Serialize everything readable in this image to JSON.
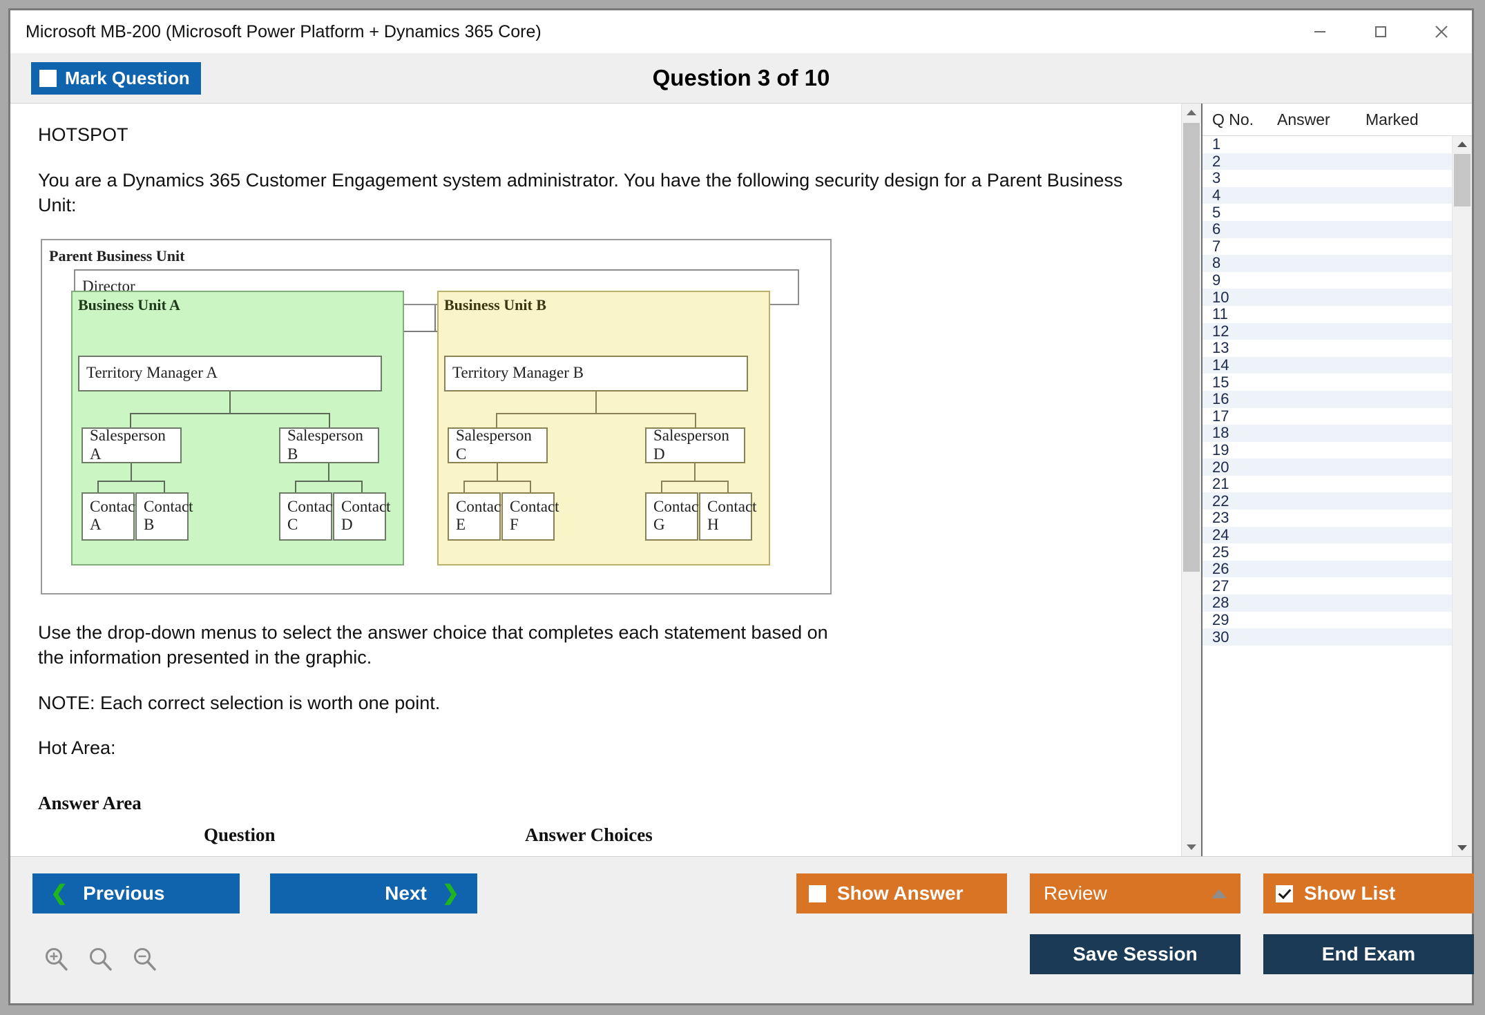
{
  "window": {
    "title": "Microsoft MB-200 (Microsoft Power Platform + Dynamics 365 Core)",
    "controls": {
      "minimize": "minimize-icon",
      "maximize": "maximize-icon",
      "close": "close-icon"
    }
  },
  "header": {
    "mark_question_label": "Mark Question",
    "mark_question_checked": false,
    "question_title": "Question 3 of 10"
  },
  "content": {
    "hotspot_label": "HOTSPOT",
    "intro": "You are a Dynamics 365 Customer Engagement system administrator. You have the following security design for a Parent Business Unit:",
    "instruction": "Use the drop-down menus to select the answer choice that completes each statement based on the information presented in the graphic.",
    "note": "NOTE: Each correct selection is worth one point.",
    "hot_area_label": "Hot Area:",
    "answer_area_label": "Answer Area",
    "col_question": "Question",
    "col_answer_choices": "Answer Choices"
  },
  "diagram": {
    "parent_label": "Parent Business Unit",
    "director": "Director",
    "units": [
      {
        "label": "Business Unit A",
        "fill": "#ccf5c4",
        "manager": "Territory Manager A",
        "salespeople": [
          {
            "name": "Salesperson A",
            "contacts": [
              "Contact A",
              "Contact B"
            ]
          },
          {
            "name": "Salesperson B",
            "contacts": [
              "Contact C",
              "Contact D"
            ]
          }
        ]
      },
      {
        "label": "Business Unit B",
        "fill": "#faf5c8",
        "manager": "Territory Manager  B",
        "salespeople": [
          {
            "name": "Salesperson  C",
            "contacts": [
              "Contact E",
              "Contact F"
            ]
          },
          {
            "name": "Salesperson  D",
            "contacts": [
              "Contact G",
              "Contact H"
            ]
          }
        ]
      }
    ],
    "contact_labels": {
      "a_word": "Contact",
      "a_letter": "A",
      "b_word": "Contact",
      "b_letter": "B",
      "c_word": "Contact",
      "c_letter": "C",
      "d_word": "Contact",
      "d_letter": "D",
      "e_word": "Contact",
      "e_letter": "E",
      "f_word": "Contact",
      "f_letter": "F",
      "g_word": "Contact",
      "g_letter": "G",
      "h_word": "Contact",
      "h_letter": "H"
    }
  },
  "question_list": {
    "headers": [
      "Q No.",
      "Answer",
      "Marked"
    ],
    "rows": [
      {
        "no": "1",
        "answer": "",
        "marked": ""
      },
      {
        "no": "2",
        "answer": "",
        "marked": ""
      },
      {
        "no": "3",
        "answer": "",
        "marked": ""
      },
      {
        "no": "4",
        "answer": "",
        "marked": ""
      },
      {
        "no": "5",
        "answer": "",
        "marked": ""
      },
      {
        "no": "6",
        "answer": "",
        "marked": ""
      },
      {
        "no": "7",
        "answer": "",
        "marked": ""
      },
      {
        "no": "8",
        "answer": "",
        "marked": ""
      },
      {
        "no": "9",
        "answer": "",
        "marked": ""
      },
      {
        "no": "10",
        "answer": "",
        "marked": ""
      },
      {
        "no": "11",
        "answer": "",
        "marked": ""
      },
      {
        "no": "12",
        "answer": "",
        "marked": ""
      },
      {
        "no": "13",
        "answer": "",
        "marked": ""
      },
      {
        "no": "14",
        "answer": "",
        "marked": ""
      },
      {
        "no": "15",
        "answer": "",
        "marked": ""
      },
      {
        "no": "16",
        "answer": "",
        "marked": ""
      },
      {
        "no": "17",
        "answer": "",
        "marked": ""
      },
      {
        "no": "18",
        "answer": "",
        "marked": ""
      },
      {
        "no": "19",
        "answer": "",
        "marked": ""
      },
      {
        "no": "20",
        "answer": "",
        "marked": ""
      },
      {
        "no": "21",
        "answer": "",
        "marked": ""
      },
      {
        "no": "22",
        "answer": "",
        "marked": ""
      },
      {
        "no": "23",
        "answer": "",
        "marked": ""
      },
      {
        "no": "24",
        "answer": "",
        "marked": ""
      },
      {
        "no": "25",
        "answer": "",
        "marked": ""
      },
      {
        "no": "26",
        "answer": "",
        "marked": ""
      },
      {
        "no": "27",
        "answer": "",
        "marked": ""
      },
      {
        "no": "28",
        "answer": "",
        "marked": ""
      },
      {
        "no": "29",
        "answer": "",
        "marked": ""
      },
      {
        "no": "30",
        "answer": "",
        "marked": ""
      }
    ]
  },
  "footer": {
    "previous_label": "Previous",
    "next_label": "Next",
    "show_answer_label": "Show Answer",
    "show_answer_checked": false,
    "review_label": "Review",
    "show_list_label": "Show List",
    "show_list_checked": true,
    "save_session_label": "Save Session",
    "end_exam_label": "End Exam",
    "zoom_icons": [
      "zoom-in-icon",
      "zoom-reset-icon",
      "zoom-out-icon"
    ]
  },
  "colors": {
    "primary_blue": "#1064ad",
    "orange": "#d97425",
    "navy": "#1b3a55",
    "chevron_green": "#21b421",
    "unit_a_green": "#ccf5c4",
    "unit_b_yellow": "#faf5c8"
  }
}
